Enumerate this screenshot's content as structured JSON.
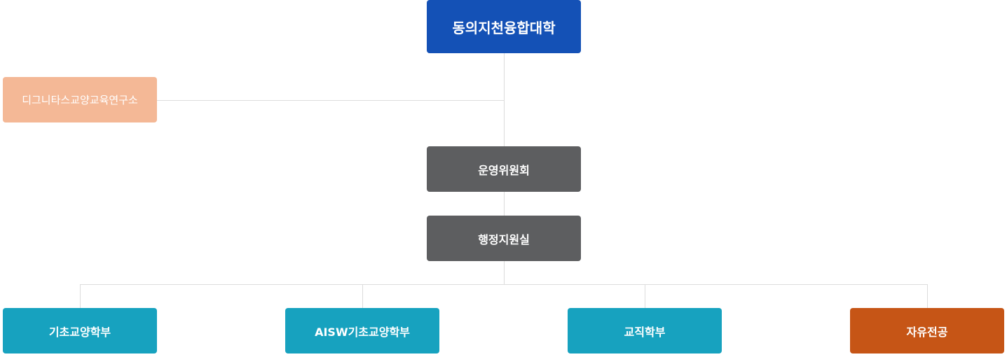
{
  "org_chart": {
    "root": {
      "label": "동의지천융합대학",
      "color": "#1451b6"
    },
    "institute": {
      "label": "디그니타스교양교육연구소",
      "color": "#f4b896"
    },
    "committee": {
      "label": "운영위원회",
      "color": "#5d5e60"
    },
    "admin_office": {
      "label": "행정지원실",
      "color": "#5d5e60"
    },
    "divisions": [
      {
        "label": "기초교양학부",
        "color": "#17a2bf"
      },
      {
        "label": "AISW기초교양학부",
        "color": "#17a2bf"
      },
      {
        "label": "교직학부",
        "color": "#17a2bf"
      },
      {
        "label": "자유전공",
        "color": "#c65516"
      }
    ]
  }
}
